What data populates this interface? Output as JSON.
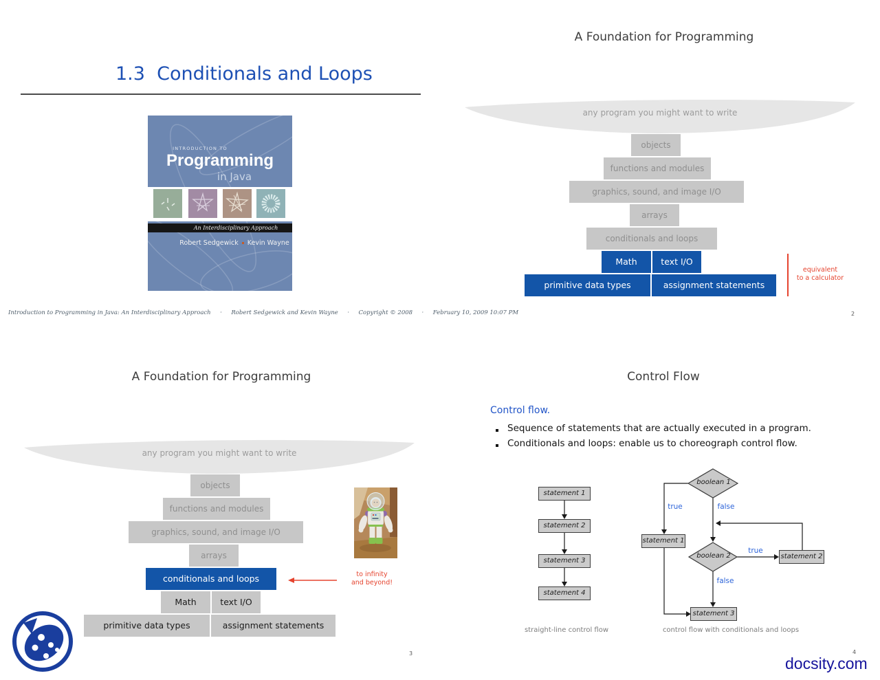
{
  "colors": {
    "slide_title_gray": "#3d3d3d",
    "heading_blue": "#1d50b4",
    "box_blue": "#1355a8",
    "flow_label_blue": "#2d64d9",
    "accent_red": "#e5432e",
    "docsity_blue": "#16149c",
    "gray_box": "#c7c7c7"
  },
  "slide1": {
    "title": "1.3  Conditionals and Loops",
    "book": {
      "series": "INTRODUCTION TO",
      "title": "Programming",
      "subtitle": "in Java",
      "banner": "An Interdisciplinary Approach",
      "author1": "Robert Sedgewick",
      "author2": "Kevin Wayne"
    },
    "footer": "Introduction to Programming in Java: An Interdisciplinary Approach     ·     Robert Sedgewick and Kevin Wayne     ·     Copyright © 2008     ·     February 10, 2009 10:07 PM"
  },
  "slide2": {
    "title": "A Foundation for Programming",
    "funnel_label": "any program you might want to write",
    "rows": [
      "objects",
      "functions and modules",
      "graphics, sound, and image I/O",
      "arrays",
      "conditionals and loops"
    ],
    "row_math": "Math",
    "row_textio": "text I/O",
    "row_primitive": "primitive data types",
    "row_assignment": "assignment statements",
    "annotation_line1": "equivalent",
    "annotation_line2": "to a calculator",
    "page_number": "2"
  },
  "slide3": {
    "title": "A Foundation for Programming",
    "funnel_label": "any program you might want to write",
    "rows": [
      "objects",
      "functions and modules",
      "graphics, sound, and image I/O",
      "arrays"
    ],
    "highlight_row": "conditionals and loops",
    "row_math": "Math",
    "row_textio": "text I/O",
    "row_primitive": "primitive data types",
    "row_assignment": "assignment statements",
    "annotation_line1": "to infinity",
    "annotation_line2": "and beyond!",
    "page_number": "3"
  },
  "slide4": {
    "title": "Control Flow",
    "heading": "Control flow.",
    "bullets": [
      "Sequence of statements that are actually executed in a program.",
      "Conditionals and loops: enable us to choreograph control flow."
    ],
    "left_chart": {
      "nodes": [
        "statement 1",
        "statement 2",
        "statement 3",
        "statement 4"
      ],
      "caption": "straight-line control flow"
    },
    "right_chart": {
      "boolean1": "boolean 1",
      "boolean2": "boolean 2",
      "statement1": "statement 1",
      "statement2": "statement 2",
      "statement3": "statement 3",
      "label_true1": "true",
      "label_false1": "false",
      "label_true2": "true",
      "label_false2": "false",
      "caption": "control flow with conditionals and loops"
    },
    "page_number": "4"
  },
  "watermark": "docsity.com"
}
